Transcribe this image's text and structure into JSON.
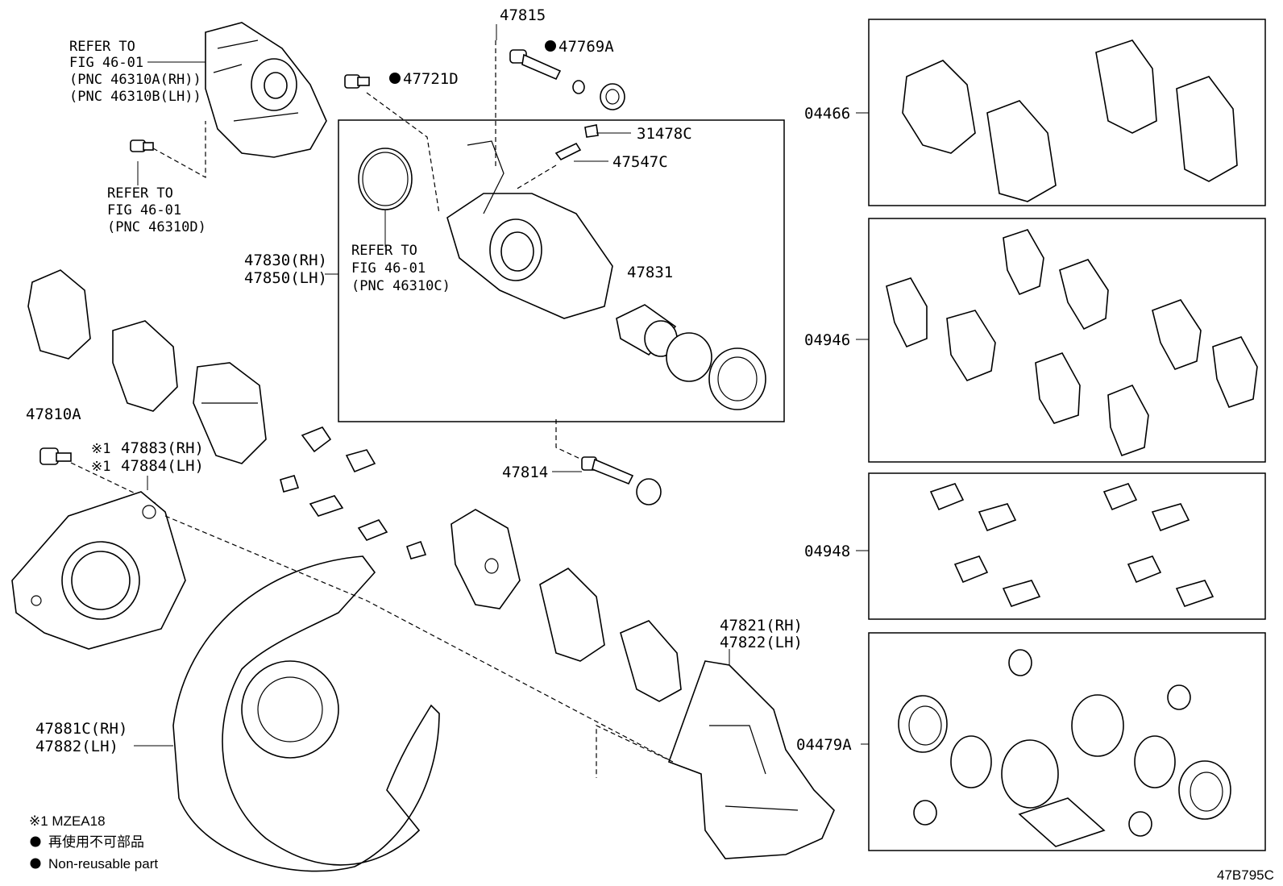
{
  "refs": {
    "upper_left": [
      "REFER TO",
      "FIG 46-01",
      "(PNC 46310A(RH))",
      "(PNC 46310B(LH))"
    ],
    "lower_left": [
      "REFER TO",
      "FIG 46-01",
      "(PNC 46310D)"
    ],
    "center": [
      "REFER TO",
      "FIG 46-01",
      "(PNC 46310C)"
    ]
  },
  "part_numbers": {
    "p47815": "47815",
    "p47769a": "47769A",
    "p47721d": "47721D",
    "p31478c": "31478C",
    "p47547c": "47547C",
    "p47830": "47830(RH)",
    "p47850": "47850(LH)",
    "p47831": "47831",
    "p47814": "47814",
    "p47810a": "47810A",
    "p47883": "47883(RH)",
    "p47884": "47884(LH)",
    "p47821": "47821(RH)",
    "p47822": "47822(LH)",
    "p47881c": "47881C(RH)",
    "p47882": "47882(LH)",
    "p04466": "04466",
    "p04946": "04946",
    "p04948": "04948",
    "p04479a": "04479A"
  },
  "note_mark": "※1",
  "legend": {
    "note1": "※1 MZEA18",
    "nonreusable_jp": "再使用不可部品",
    "nonreusable_en": "Non-reusable part"
  },
  "figure_code": "47B795C"
}
